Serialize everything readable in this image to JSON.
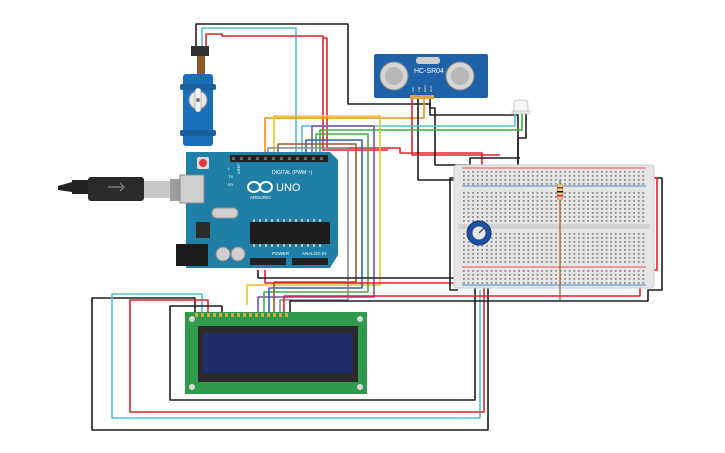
{
  "colors": {
    "wire_red": "#e0242a",
    "wire_black": "#1e1e1e",
    "wire_cyan": "#4fc0d0",
    "wire_green": "#3fae49",
    "wire_orange": "#f08a24",
    "wire_yellow": "#e7c32b",
    "wire_purple": "#7b4fa8",
    "wire_blue": "#2c63b8",
    "wire_brown": "#9a5a2b",
    "arduino_board": "#1f7fa6",
    "lcd_board": "#2f9a4c",
    "lcd_screen": "#1e2c6e",
    "sensor_board": "#1f62a8",
    "breadboard": "#e6e6e6",
    "servo_body": "#1b6fb8"
  },
  "arduino": {
    "brand": "ARDUINO",
    "model": "UNO",
    "digital_label": "DIGITAL (PWM ~)",
    "power_label": "POWER",
    "analog_label": "ANALOG IN",
    "tx_label": "TX",
    "rx_label": "RX",
    "l_label": "L",
    "aref_label": "AREF"
  },
  "sensor": {
    "model": "HC-SR04",
    "pins": [
      "Vcc",
      "Trig",
      "Echo",
      "Gnd"
    ]
  },
  "icons": {
    "usb_cable": "usb-cable-icon",
    "potentiometer": "potentiometer-icon",
    "led": "led-icon",
    "resistor": "resistor-icon",
    "servo": "servo-motor-icon"
  }
}
